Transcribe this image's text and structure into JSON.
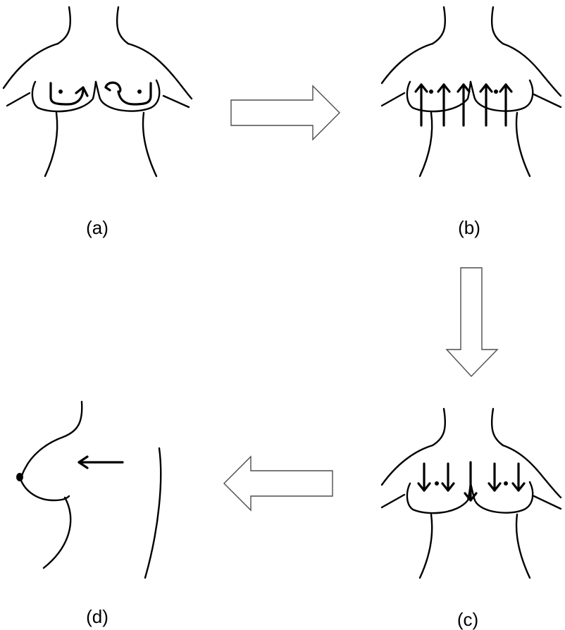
{
  "figure": {
    "panels": [
      {
        "id": "a",
        "label": "(a)",
        "motion": "circular"
      },
      {
        "id": "b",
        "label": "(b)",
        "motion": "upward"
      },
      {
        "id": "c",
        "label": "(c)",
        "motion": "downward"
      },
      {
        "id": "d",
        "label": "(d)",
        "motion": "inward-side"
      }
    ],
    "flow": [
      "a-to-b",
      "b-to-c",
      "c-to-d"
    ],
    "colors": {
      "ink": "#000000",
      "flow_arrow_outline": "#4d4d4d",
      "background": "#ffffff"
    }
  }
}
